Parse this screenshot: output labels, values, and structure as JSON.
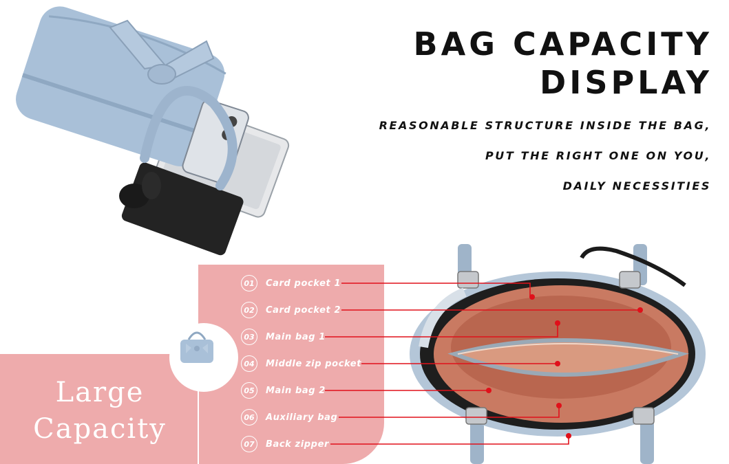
{
  "headline": {
    "line1": "BAG CAPACITY",
    "line2": "DISPLAY"
  },
  "tagline": {
    "line1": "REASONABLE STRUCTURE INSIDE THE BAG,",
    "line2": "PUT THE RIGHT ONE ON YOU,",
    "line3": "DAILY NECESSITIES"
  },
  "capacity_label": {
    "line1": "Large",
    "line2": "Capacity"
  },
  "compartments": [
    {
      "num": "01",
      "label": "Card pocket 1"
    },
    {
      "num": "02",
      "label": "Card pocket 2"
    },
    {
      "num": "03",
      "label": "Main bag 1"
    },
    {
      "num": "04",
      "label": "Middle zip pocket"
    },
    {
      "num": "05",
      "label": "Main bag 2"
    },
    {
      "num": "06",
      "label": "Auxiliary bag"
    },
    {
      "num": "07",
      "label": "Back zipper"
    }
  ],
  "colors": {
    "panel_pink": "#eeabac",
    "bag_blue": "#a9c0d8",
    "lining": "#c8775f",
    "leader_line": "#e0101a"
  }
}
